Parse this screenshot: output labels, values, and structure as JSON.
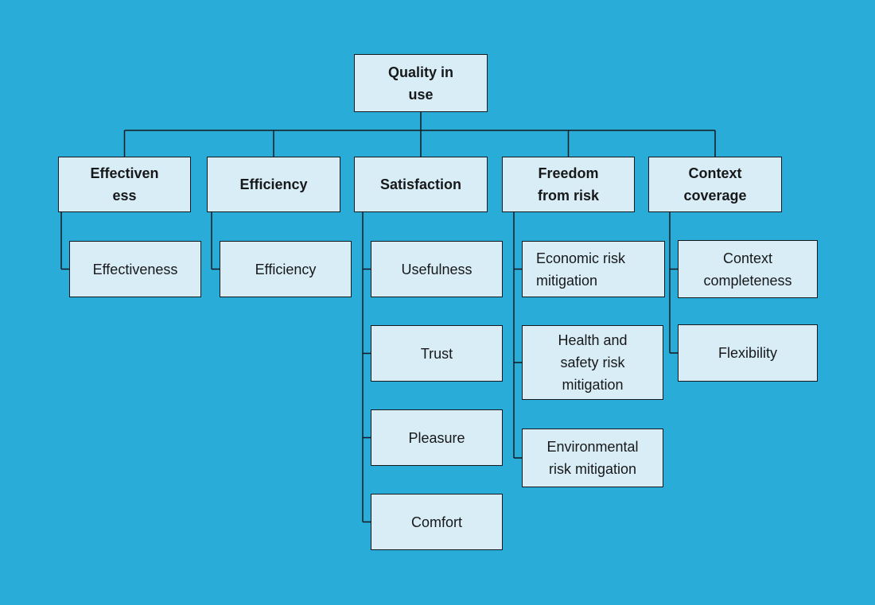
{
  "diagram": {
    "type": "hierarchy-tree",
    "title": "Quality in use model",
    "background_color": "#2AACD9",
    "node_fill_color": "#D9EDF6",
    "node_border_color": "#15191E",
    "text_color": "#17181A"
  },
  "nodes": [
    {
      "id": "quality-in-use",
      "label": "Quality in\nuse",
      "level": 1,
      "parent": null,
      "align": "center"
    },
    {
      "id": "effectiveness-group",
      "label": "Effectiven\ness",
      "level": 2,
      "parent": "quality-in-use",
      "align": "center"
    },
    {
      "id": "efficiency-group",
      "label": "Efficiency",
      "level": 2,
      "parent": "quality-in-use",
      "align": "center"
    },
    {
      "id": "satisfaction",
      "label": "Satisfaction",
      "level": 2,
      "parent": "quality-in-use",
      "align": "center"
    },
    {
      "id": "freedom-from-risk",
      "label": "Freedom\nfrom risk",
      "level": 2,
      "parent": "quality-in-use",
      "align": "center"
    },
    {
      "id": "context-coverage",
      "label": "Context\ncoverage",
      "level": 2,
      "parent": "quality-in-use",
      "align": "center"
    },
    {
      "id": "effectiveness",
      "label": "Effectiveness",
      "level": 3,
      "parent": "effectiveness-group",
      "align": "center"
    },
    {
      "id": "efficiency",
      "label": "Efficiency",
      "level": 3,
      "parent": "efficiency-group",
      "align": "center"
    },
    {
      "id": "usefulness",
      "label": "Usefulness",
      "level": 3,
      "parent": "satisfaction",
      "align": "center"
    },
    {
      "id": "trust",
      "label": "Trust",
      "level": 3,
      "parent": "satisfaction",
      "align": "center"
    },
    {
      "id": "pleasure",
      "label": "Pleasure",
      "level": 3,
      "parent": "satisfaction",
      "align": "center"
    },
    {
      "id": "comfort",
      "label": "Comfort",
      "level": 3,
      "parent": "satisfaction",
      "align": "center"
    },
    {
      "id": "economic-risk-mitigation",
      "label": "Economic risk\nmitigation",
      "level": 3,
      "parent": "freedom-from-risk",
      "align": "left"
    },
    {
      "id": "health-safety-risk-mitigation",
      "label": "Health and\nsafety risk\nmitigation",
      "level": 3,
      "parent": "freedom-from-risk",
      "align": "center"
    },
    {
      "id": "environmental-risk-mitigation",
      "label": "Environmental\nrisk mitigation",
      "level": 3,
      "parent": "freedom-from-risk",
      "align": "center"
    },
    {
      "id": "context-completeness",
      "label": "Context\ncompleteness",
      "level": 3,
      "parent": "context-coverage",
      "align": "center"
    },
    {
      "id": "flexibility",
      "label": "Flexibility",
      "level": 3,
      "parent": "context-coverage",
      "align": "center"
    }
  ]
}
